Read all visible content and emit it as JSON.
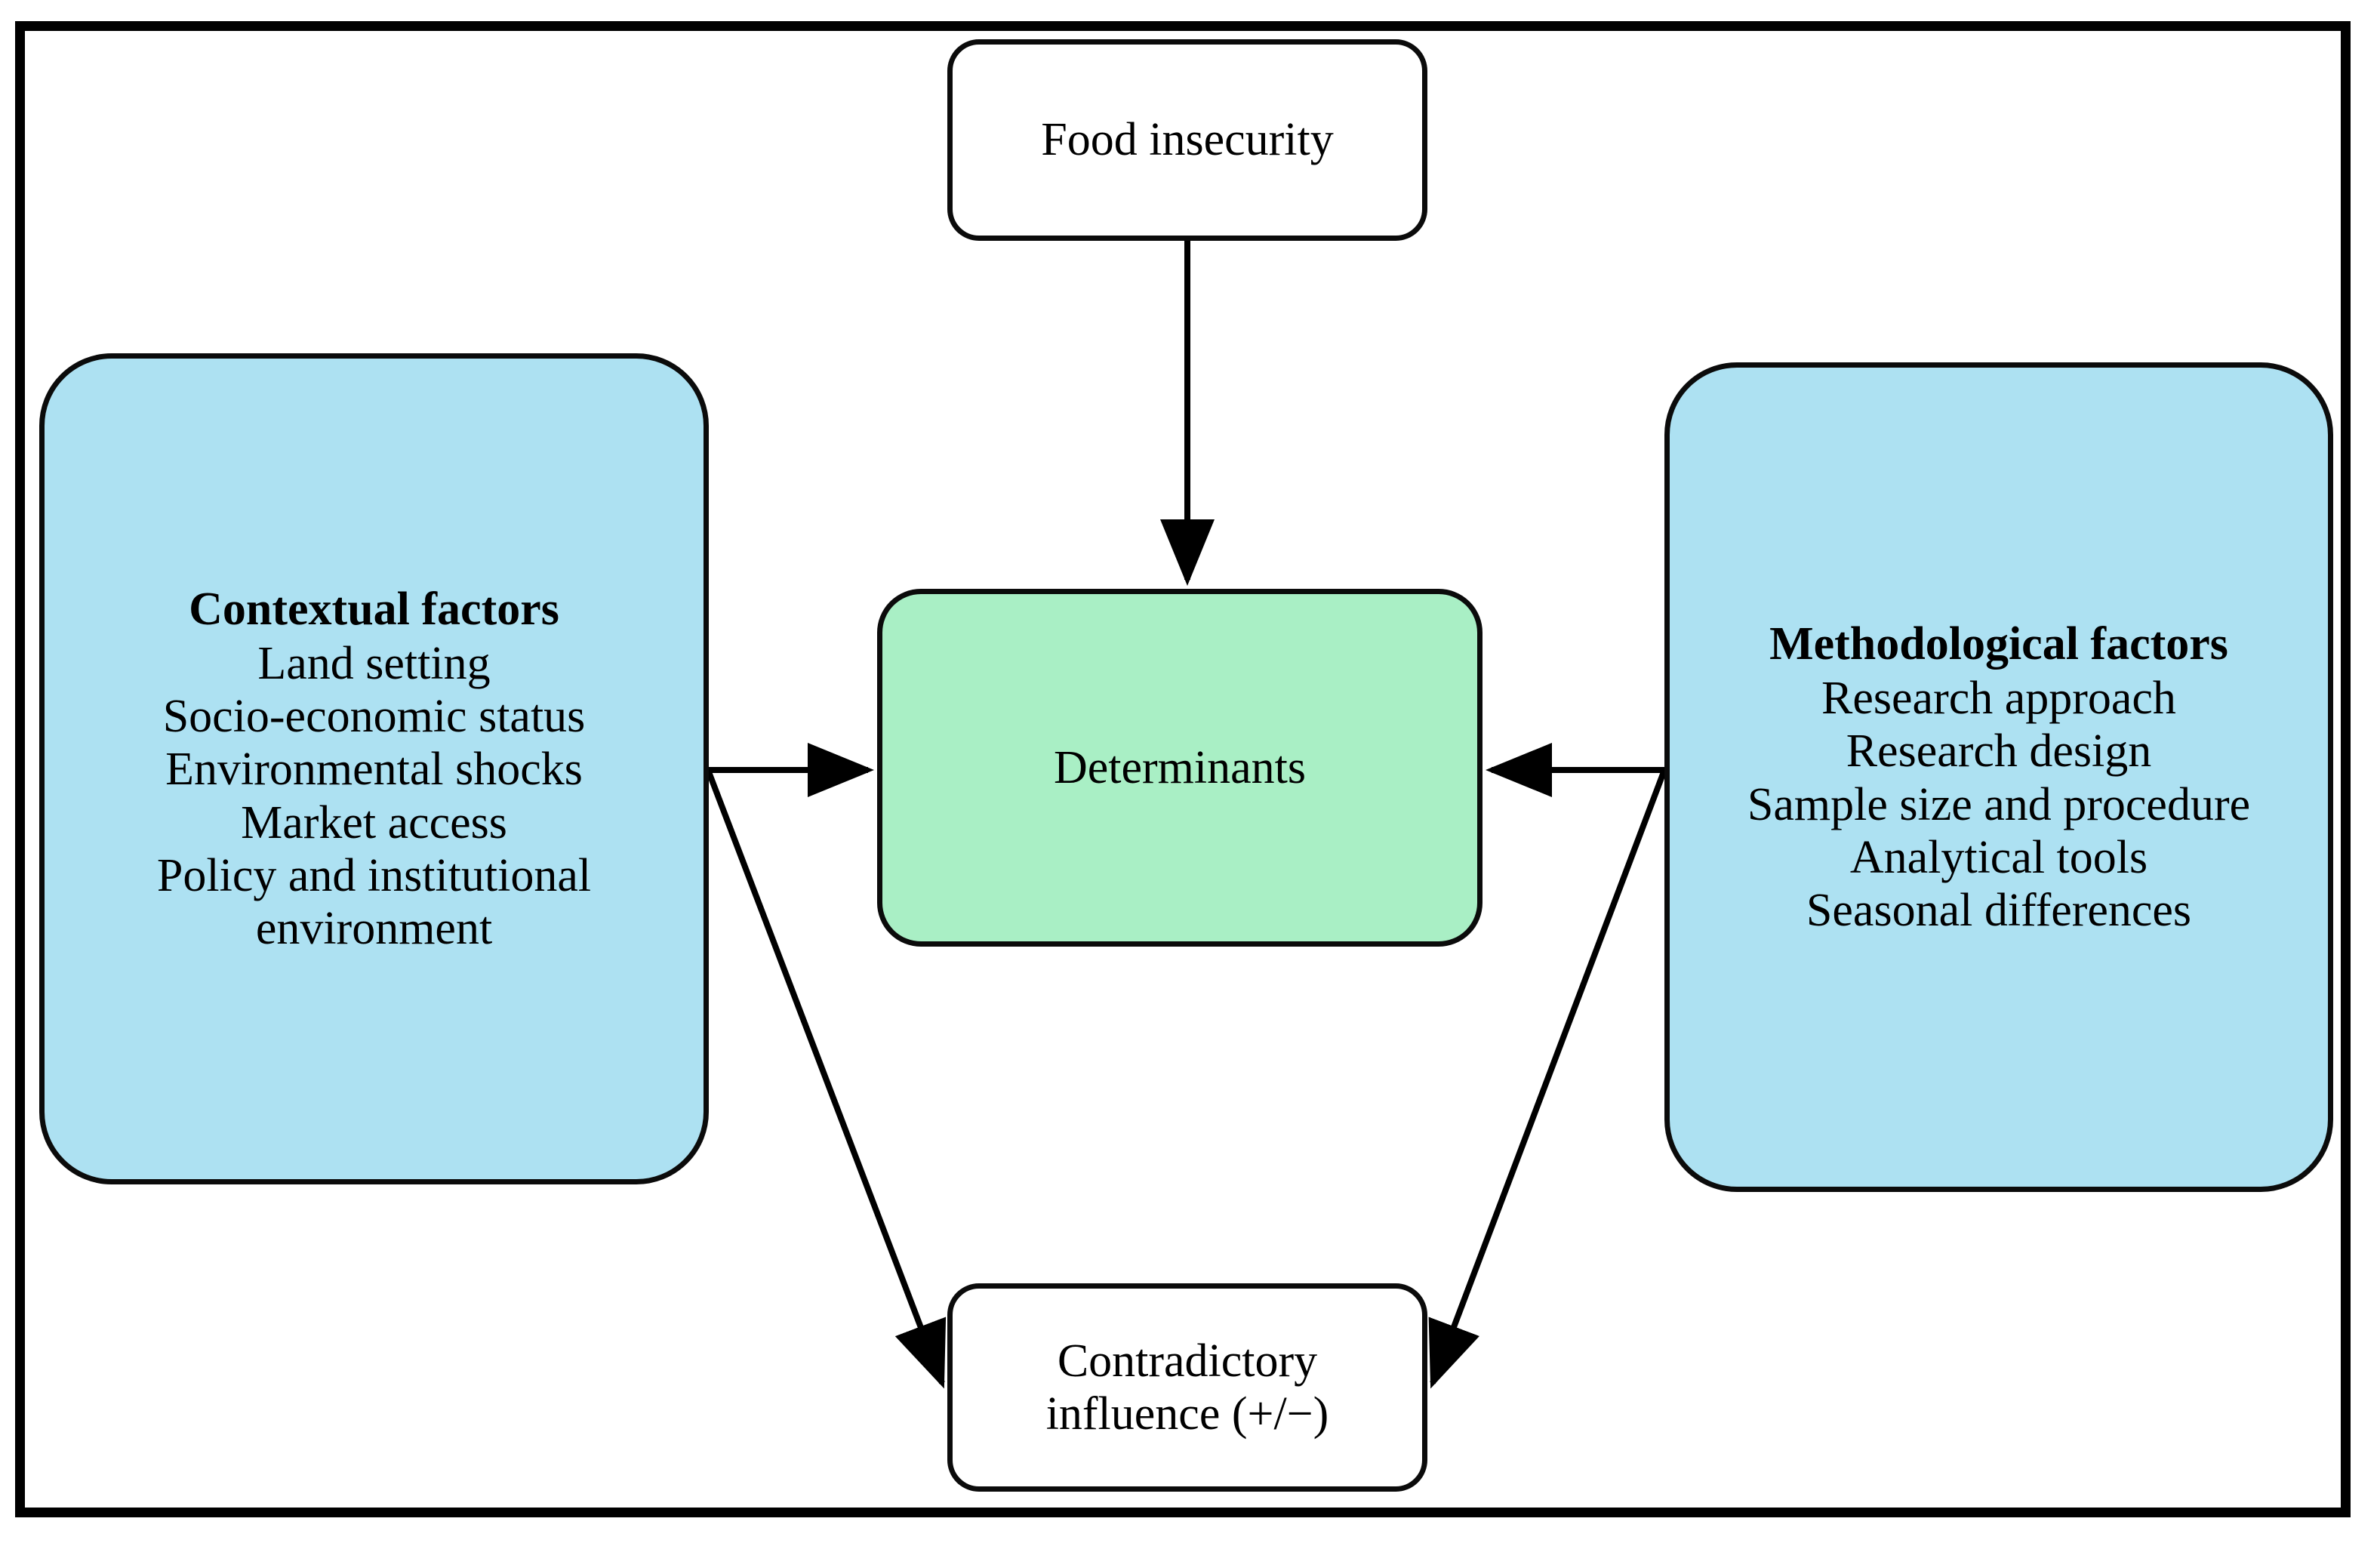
{
  "diagram": {
    "title_text": "",
    "colors": {
      "blue_fill": "#ADE1F2",
      "green_fill": "#A9EFC5",
      "white_fill": "#FFFFFF",
      "stroke": "#000000"
    },
    "nodes": {
      "food_insecurity": {
        "label": "Food insecurity",
        "fill": "#FFFFFF"
      },
      "contextual_factors": {
        "title": "Contextual factors",
        "items": [
          "Land setting",
          "Socio-economic  status",
          "Environmental shocks",
          "Market access",
          "Policy and institutional environment"
        ],
        "fill": "#ADE1F2"
      },
      "methodological_factors": {
        "title": "Methodological factors",
        "items": [
          "Research approach",
          "Research design",
          "Sample size and procedure",
          "Analytical tools",
          "Seasonal differences"
        ],
        "fill": "#ADE1F2"
      },
      "determinants": {
        "label": "Determinants",
        "fill": "#A9EFC5"
      },
      "contradictory_influence": {
        "line1": "Contradictory",
        "line2": "influence (+/−)",
        "fill": "#FFFFFF"
      }
    },
    "edges": [
      {
        "id": "food-to-determinants",
        "from": "food_insecurity",
        "to": "determinants",
        "arrow": "single",
        "style": "straight-vertical"
      },
      {
        "id": "contextual-to-determinants",
        "from": "contextual_factors",
        "to": "determinants",
        "arrow": "single",
        "style": "straight-horizontal"
      },
      {
        "id": "contextual-to-contradictory",
        "from": "contextual_factors",
        "to": "contradictory_influence",
        "arrow": "single",
        "style": "diagonal"
      },
      {
        "id": "methodological-to-determinants",
        "from": "methodological_factors",
        "to": "determinants",
        "arrow": "single",
        "style": "straight-horizontal"
      },
      {
        "id": "methodological-to-contradictory",
        "from": "methodological_factors",
        "to": "contradictory_influence",
        "arrow": "single",
        "style": "diagonal"
      }
    ]
  }
}
